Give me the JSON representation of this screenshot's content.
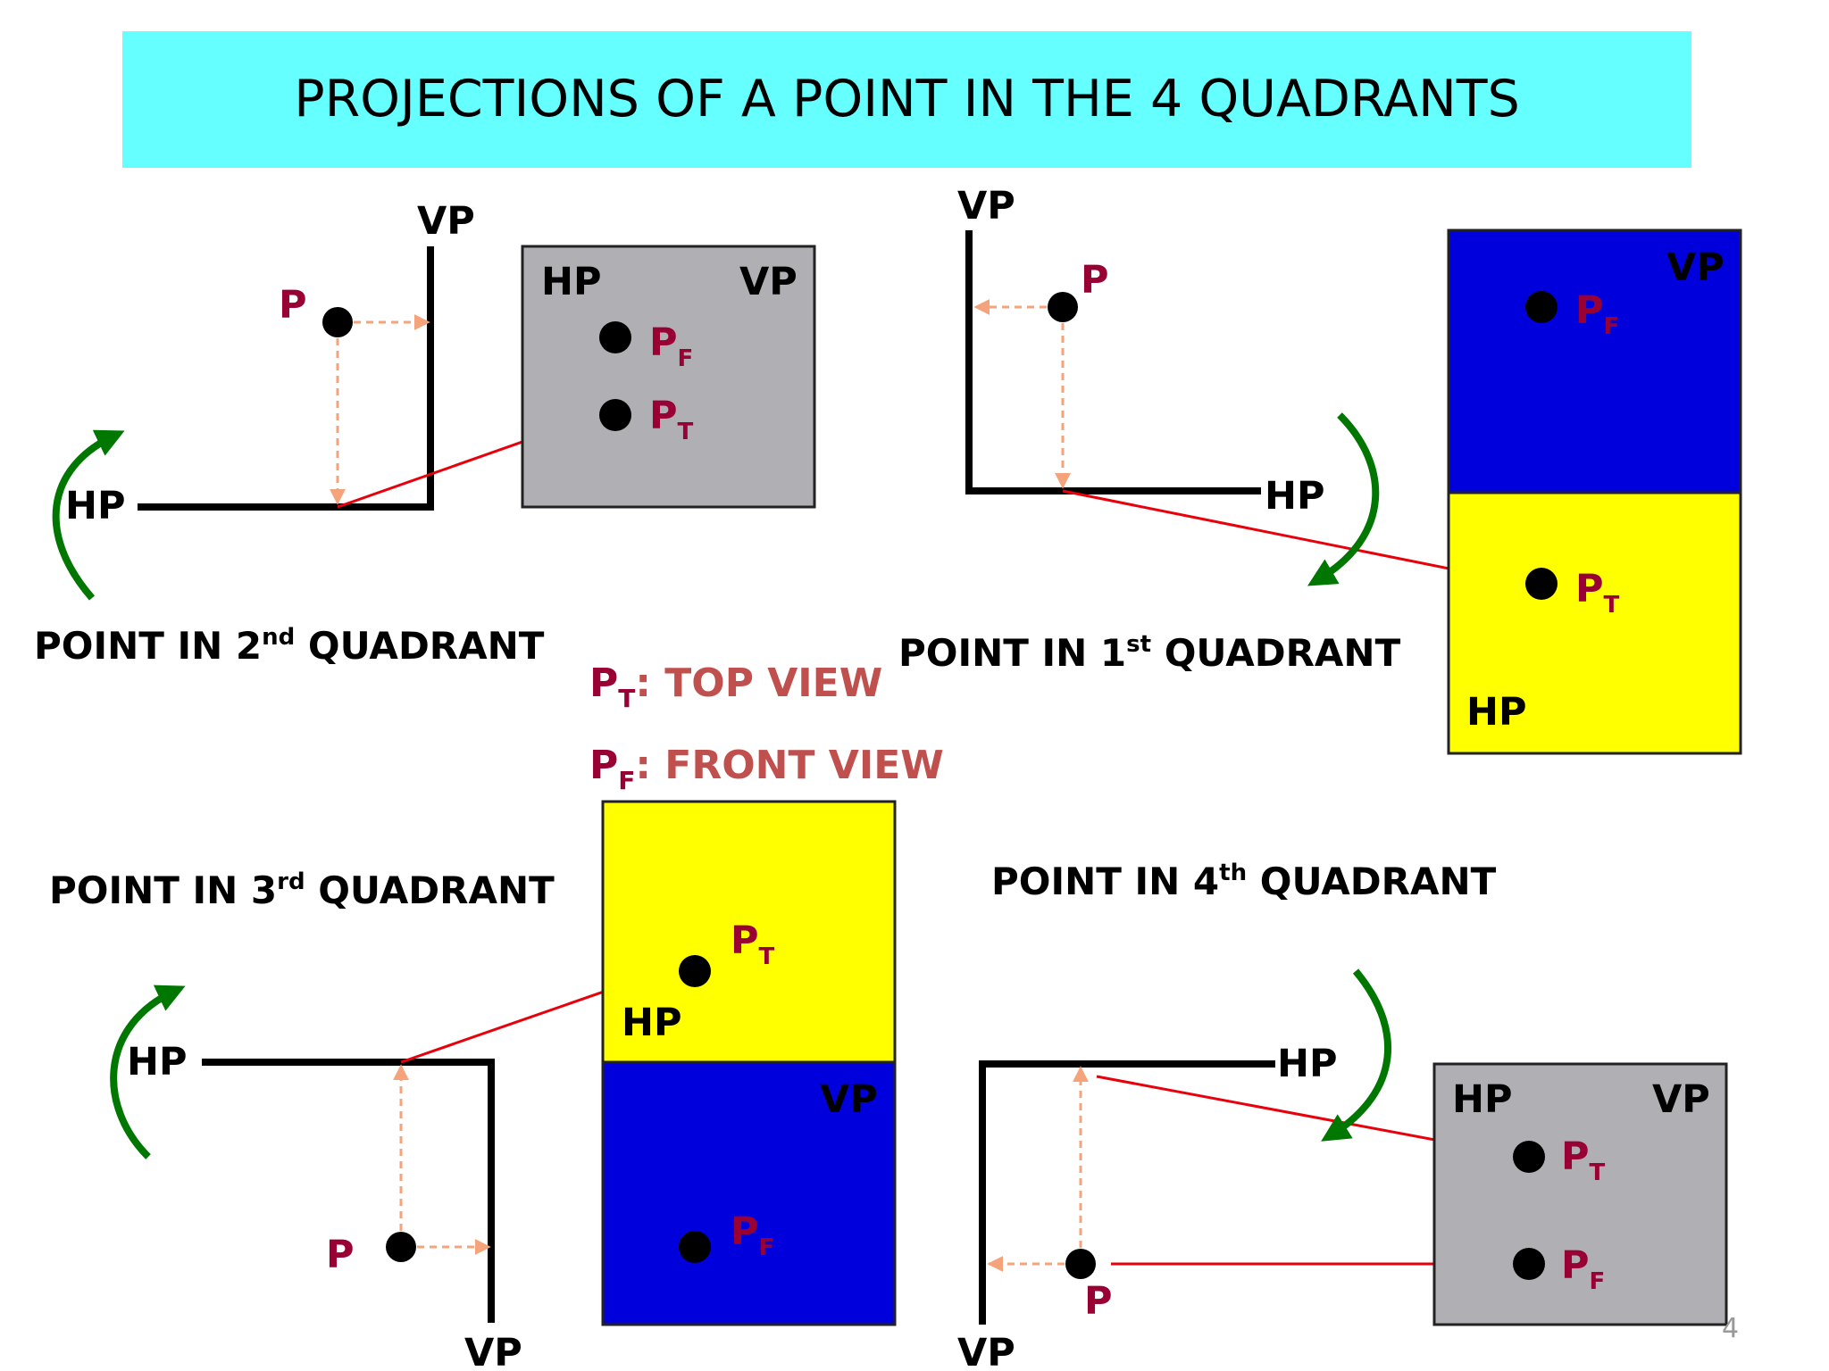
{
  "title": "PROJECTIONS OF A POINT IN THE 4 QUADRANTS",
  "labels": {
    "vp": "VP",
    "hp": "HP",
    "point": "P",
    "pf_main": "P",
    "pf_sub": "F",
    "pt_main": "P",
    "pt_sub": "T"
  },
  "quadrants": {
    "q2": {
      "caption_pre": "POINT IN 2",
      "caption_sup": "nd",
      "caption_post": " QUADRANT"
    },
    "q1": {
      "caption_pre": "POINT IN 1",
      "caption_sup": "st",
      "caption_post": " QUADRANT"
    },
    "q3": {
      "caption_pre": "POINT IN 3",
      "caption_sup": "rd",
      "caption_post": " QUADRANT"
    },
    "q4": {
      "caption_pre": "POINT IN 4",
      "caption_sup": "th",
      "caption_post": " QUADRANT"
    }
  },
  "legend": {
    "top_main": "P",
    "top_sub": "T",
    "top_text": ": TOP VIEW",
    "front_main": "P",
    "front_sub": "F",
    "front_text": ": FRONT VIEW"
  },
  "page_number": "4",
  "colors": {
    "title_bg": "#66ffff",
    "gray_panel": "#b0b0b4",
    "blue_panel": "#0000dd",
    "yellow_panel": "#ffff00",
    "label_red": "#990033",
    "legend_text": "#c0504d",
    "arrow_red": "#e8000b",
    "dashed_orange": "#f4a37a",
    "rotation_arrow": "#007700"
  }
}
